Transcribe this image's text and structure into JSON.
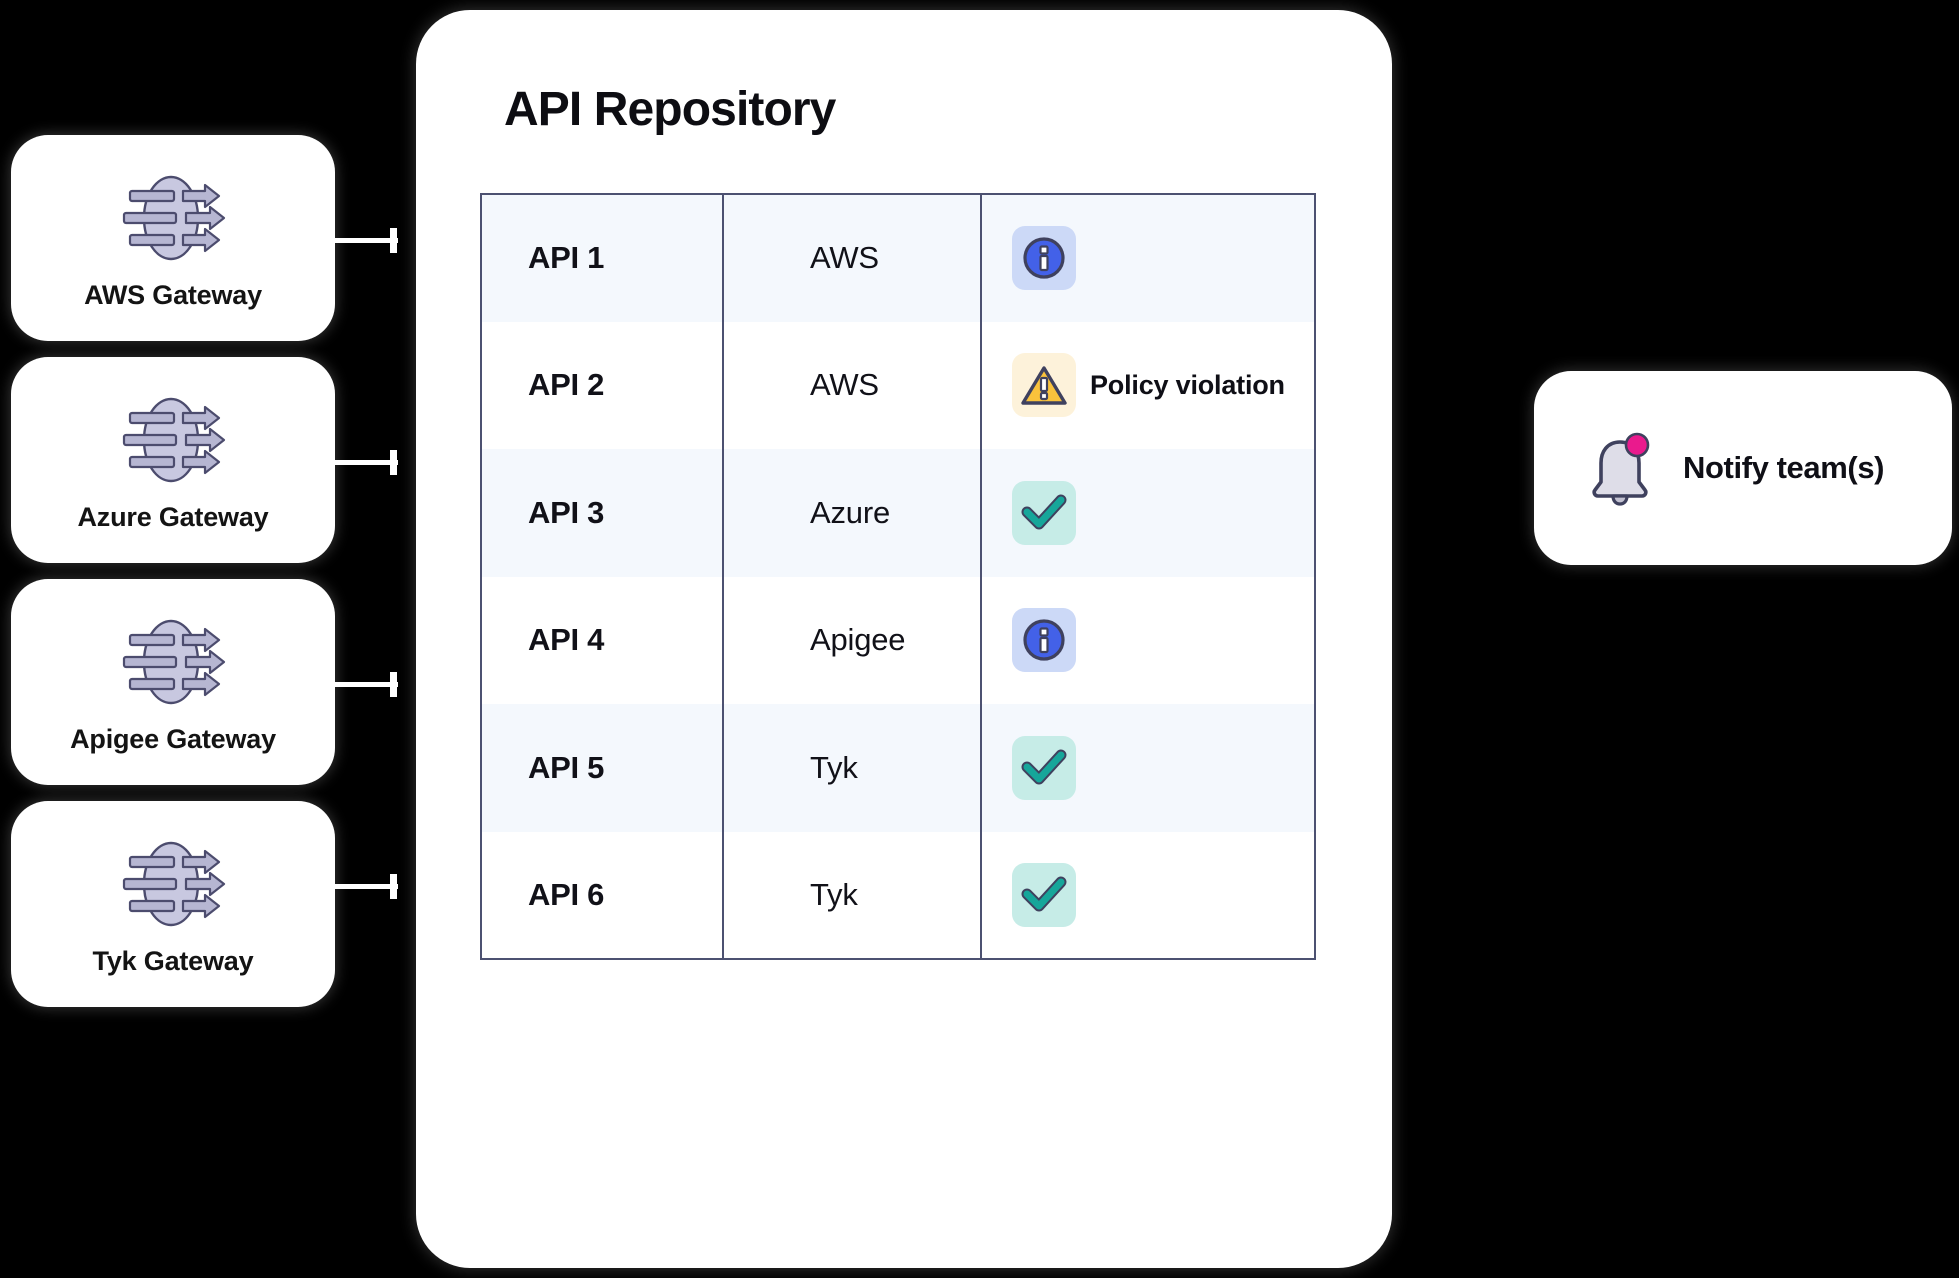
{
  "background_color": "#000000",
  "panel": {
    "title": "API Repository",
    "background": "#ffffff"
  },
  "gateways": [
    {
      "label": "AWS Gateway",
      "icon": "api-gateway-icon"
    },
    {
      "label": "Azure Gateway",
      "icon": "api-gateway-icon"
    },
    {
      "label": "Apigee Gateway",
      "icon": "api-gateway-icon"
    },
    {
      "label": "Tyk Gateway",
      "icon": "api-gateway-icon"
    }
  ],
  "table": {
    "rows": [
      {
        "api": "API 1",
        "vendor": "AWS",
        "status_icon": "info-icon",
        "status_text": ""
      },
      {
        "api": "API 2",
        "vendor": "AWS",
        "status_icon": "warning-icon",
        "status_text": "Policy violation"
      },
      {
        "api": "API 3",
        "vendor": "Azure",
        "status_icon": "check-icon",
        "status_text": ""
      },
      {
        "api": "API 4",
        "vendor": "Apigee",
        "status_icon": "info-icon",
        "status_text": ""
      },
      {
        "api": "API 5",
        "vendor": "Tyk",
        "status_icon": "check-icon",
        "status_text": ""
      },
      {
        "api": "API 6",
        "vendor": "Tyk",
        "status_icon": "check-icon",
        "status_text": ""
      }
    ]
  },
  "notification": {
    "label": "Notify team(s)",
    "icon": "bell-icon",
    "badge_color": "#ea1a8d"
  },
  "colors": {
    "row_alt": "#f4f8fd",
    "table_border": "#4c5171",
    "info_badge_bg": "#ccd9f7",
    "info_blue": "#4361e8",
    "warn_badge_bg": "#fdf2da",
    "warn_yellow": "#f9c23c",
    "ok_badge_bg": "#c6ece7",
    "ok_teal": "#16a69a",
    "icon_outline": "#3f415e",
    "gateway_fill": "#c8c8e0",
    "bell_fill": "#dedde8",
    "connector": "#ffffff"
  }
}
